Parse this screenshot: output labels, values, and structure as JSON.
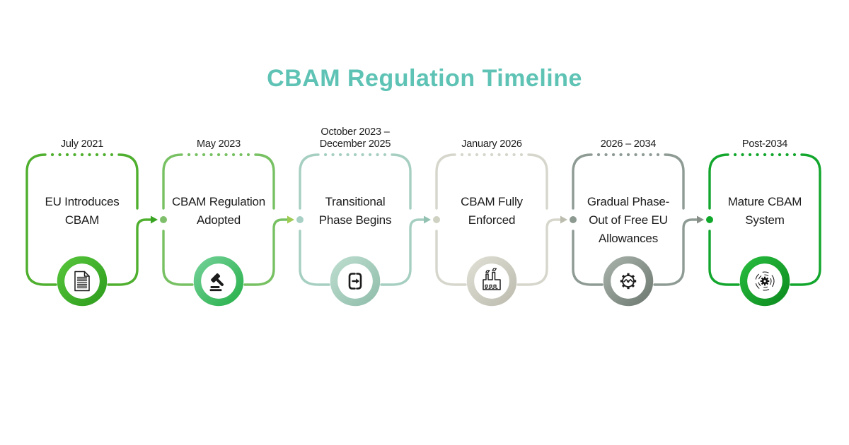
{
  "title": "CBAM Regulation Timeline",
  "colors": {
    "title": "#5EC3B5",
    "text": "#1C1C1C",
    "background": "#FFFFFF"
  },
  "timeline": {
    "items": [
      {
        "date": "July 2021",
        "label": "EU Introduces\nCBAM",
        "icon": "document-icon",
        "colors": {
          "border": "#4FAF2E",
          "arrow_head": "#39A422",
          "dot": null,
          "ring_light": "#55C43A",
          "ring_dark": "#2F9E1E"
        }
      },
      {
        "date": "May 2023",
        "label": "CBAM Regulation\nAdopted",
        "icon": "gavel-icon",
        "colors": {
          "border": "#77C163",
          "arrow_head": "#9FCB52",
          "dot": "#7FBF6B",
          "ring_light": "#71D096",
          "ring_dark": "#2AB24C"
        }
      },
      {
        "date": "October 2023 –\nDecember 2025",
        "label": "Transitional\nPhase Begins",
        "icon": "transition-icon",
        "colors": {
          "border": "#A6CFC1",
          "arrow_head": "#93C2B2",
          "dot": "#A8D0C5",
          "ring_light": "#BBDCCE",
          "ring_dark": "#92BEAC"
        }
      },
      {
        "date": "January 2026",
        "label": "CBAM Fully\nEnforced",
        "icon": "factory-icon",
        "colors": {
          "border": "#D6D6CC",
          "arrow_head": "#BCBDAF",
          "dot": "#CFD1C2",
          "ring_light": "#DFDED4",
          "ring_dark": "#BEBDB0"
        }
      },
      {
        "date": "2026 – 2034",
        "label": "Gradual Phase-\nOut of Free EU\nAllowances",
        "icon": "handshake-gear-icon",
        "colors": {
          "border": "#8E9B94",
          "arrow_head": "#878F88",
          "dot": "#8D9A91",
          "ring_light": "#A6B0A8",
          "ring_dark": "#6F7B73"
        }
      },
      {
        "date": "Post-2034",
        "label": "Mature CBAM\nSystem",
        "icon": "system-gear-icon",
        "colors": {
          "border": "#12A62D",
          "arrow_head": null,
          "dot": "#10A82A",
          "ring_light": "#27BA3E",
          "ring_dark": "#0D8D1F"
        }
      }
    ]
  }
}
